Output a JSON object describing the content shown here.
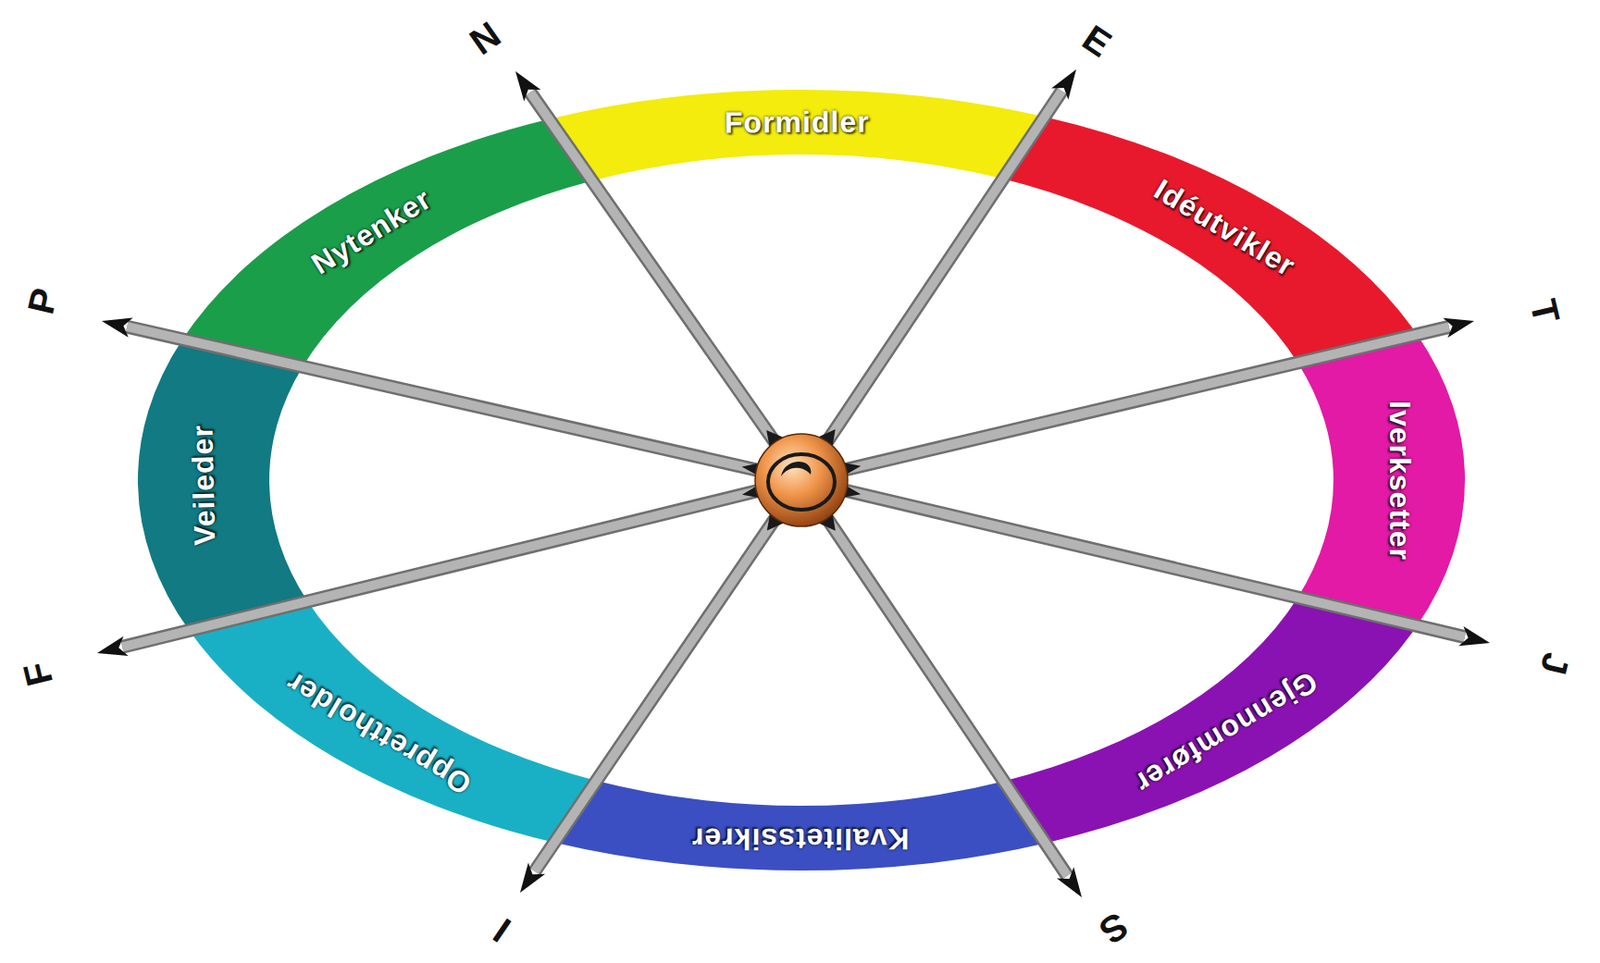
{
  "diagram": {
    "nodes": [
      {
        "text": [
          "Formidler"
        ]
      },
      {
        "text": [
          "Idéutvikler"
        ]
      },
      {
        "text": [
          "Iverksetter"
        ]
      },
      {
        "text": [
          "Gjennomfører"
        ]
      },
      {
        "text": [
          "Kvalitetssikrer"
        ]
      },
      {
        "text": [
          "Opprettholder"
        ]
      },
      {
        "text": [
          "Veileder"
        ]
      },
      {
        "text": [
          "Nytenker"
        ]
      }
    ],
    "labels": [
      "N",
      "E",
      "T",
      "J",
      "S",
      "I",
      "F",
      "P"
    ]
  }
}
